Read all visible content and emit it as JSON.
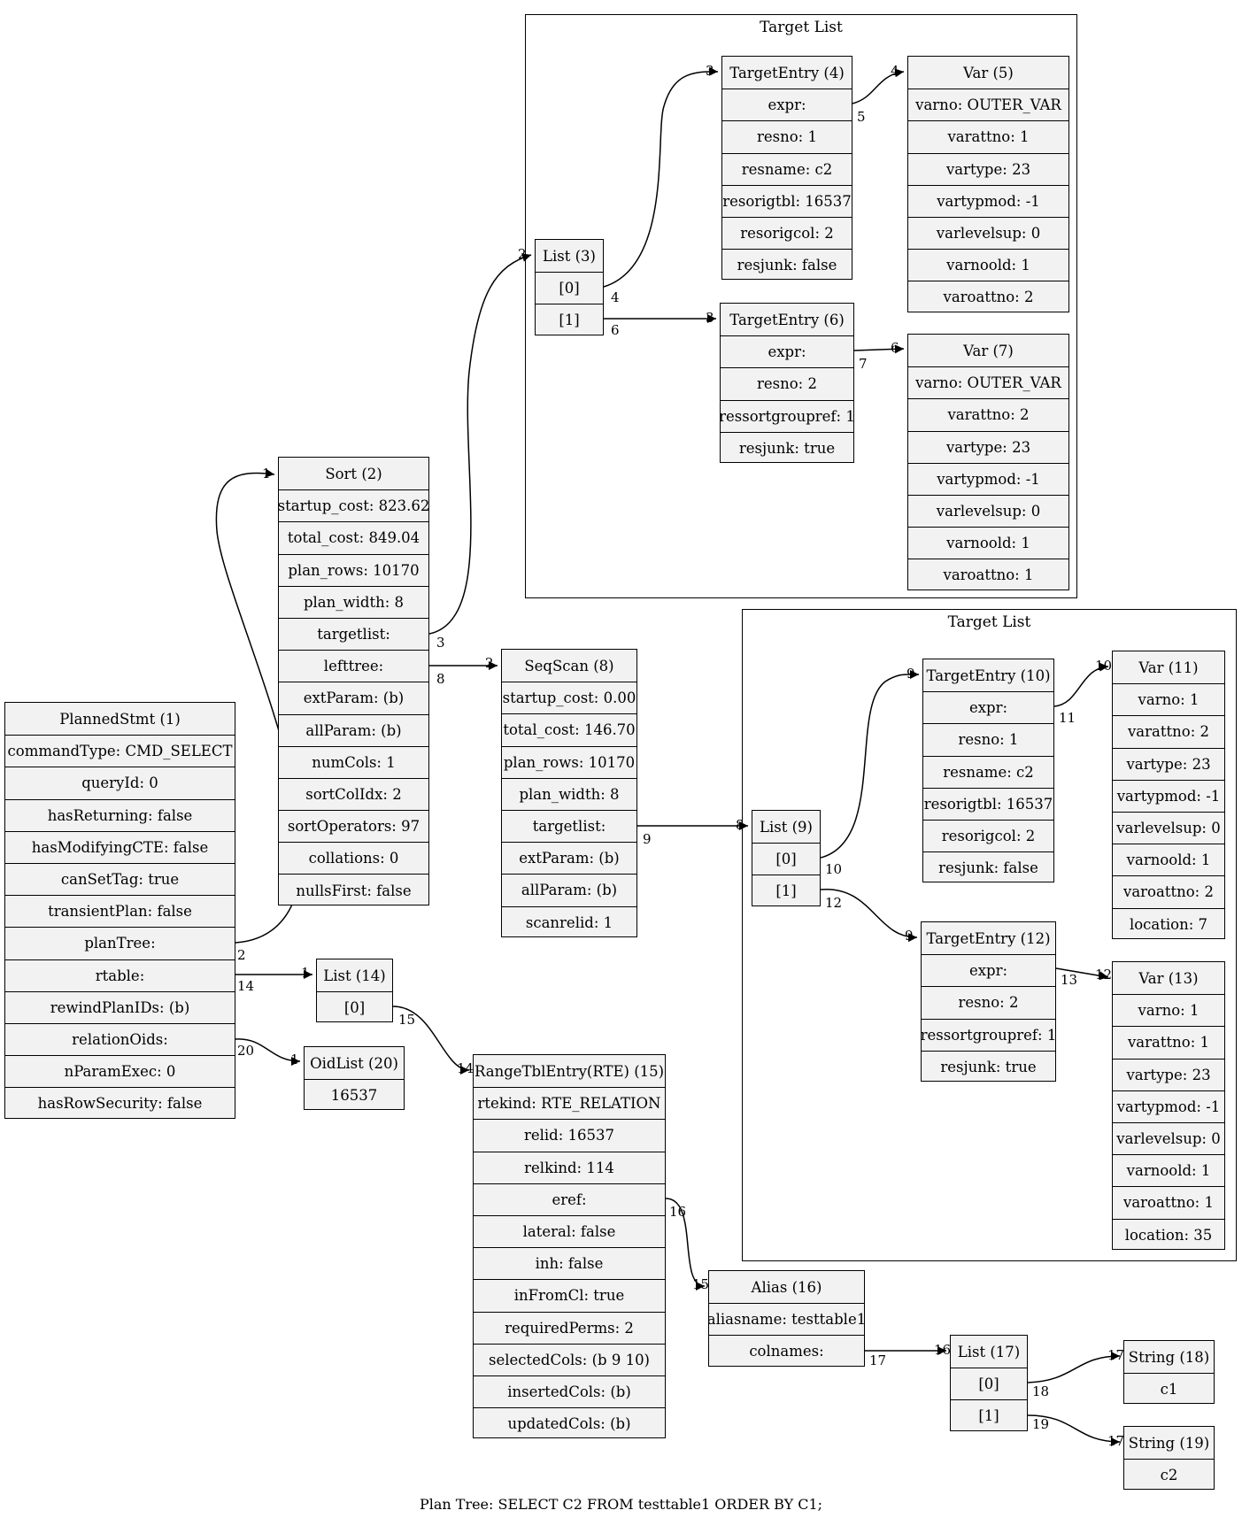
{
  "caption": "Plan Tree: SELECT C2 FROM testtable1 ORDER BY C1;",
  "clusters": [
    {
      "id": "tl1",
      "title": "Target List"
    },
    {
      "id": "tl2",
      "title": "Target List"
    }
  ],
  "nodes": [
    {
      "id": "n1",
      "title": "PlannedStmt (1)",
      "fields": [
        "commandType: CMD_SELECT",
        "queryId: 0",
        "hasReturning: false",
        "hasModifyingCTE: false",
        "canSetTag: true",
        "transientPlan: false",
        "planTree:",
        "rtable:",
        "rewindPlanIDs: (b)",
        "relationOids:",
        "nParamExec: 0",
        "hasRowSecurity: false"
      ]
    },
    {
      "id": "n2",
      "title": "Sort (2)",
      "fields": [
        "startup_cost: 823.62",
        "total_cost: 849.04",
        "plan_rows: 10170",
        "plan_width: 8",
        "targetlist:",
        "lefttree:",
        "extParam: (b)",
        "allParam: (b)",
        "numCols: 1",
        "sortColIdx: 2",
        "sortOperators: 97",
        "collations: 0",
        "nullsFirst: false"
      ]
    },
    {
      "id": "n3",
      "title": "List (3)",
      "fields": [
        "[0]",
        "[1]"
      ]
    },
    {
      "id": "n4",
      "title": "TargetEntry (4)",
      "fields": [
        "expr:",
        "resno: 1",
        "resname: c2",
        "resorigtbl: 16537",
        "resorigcol: 2",
        "resjunk: false"
      ]
    },
    {
      "id": "n5",
      "title": "Var (5)",
      "fields": [
        "varno: OUTER_VAR",
        "varattno: 1",
        "vartype: 23",
        "vartypmod: -1",
        "varlevelsup: 0",
        "varnoold: 1",
        "varoattno: 2"
      ]
    },
    {
      "id": "n6",
      "title": "TargetEntry (6)",
      "fields": [
        "expr:",
        "resno: 2",
        "ressortgroupref: 1",
        "resjunk: true"
      ]
    },
    {
      "id": "n7",
      "title": "Var (7)",
      "fields": [
        "varno: OUTER_VAR",
        "varattno: 2",
        "vartype: 23",
        "vartypmod: -1",
        "varlevelsup: 0",
        "varnoold: 1",
        "varoattno: 1"
      ]
    },
    {
      "id": "n8",
      "title": "SeqScan (8)",
      "fields": [
        "startup_cost: 0.00",
        "total_cost: 146.70",
        "plan_rows: 10170",
        "plan_width: 8",
        "targetlist:",
        "extParam: (b)",
        "allParam: (b)",
        "scanrelid: 1"
      ]
    },
    {
      "id": "n9",
      "title": "List (9)",
      "fields": [
        "[0]",
        "[1]"
      ]
    },
    {
      "id": "n10",
      "title": "TargetEntry (10)",
      "fields": [
        "expr:",
        "resno: 1",
        "resname: c2",
        "resorigtbl: 16537",
        "resorigcol: 2",
        "resjunk: false"
      ]
    },
    {
      "id": "n11",
      "title": "Var (11)",
      "fields": [
        "varno: 1",
        "varattno: 2",
        "vartype: 23",
        "vartypmod: -1",
        "varlevelsup: 0",
        "varnoold: 1",
        "varoattno: 2",
        "location: 7"
      ]
    },
    {
      "id": "n12",
      "title": "TargetEntry (12)",
      "fields": [
        "expr:",
        "resno: 2",
        "ressortgroupref: 1",
        "resjunk: true"
      ]
    },
    {
      "id": "n13",
      "title": "Var (13)",
      "fields": [
        "varno: 1",
        "varattno: 1",
        "vartype: 23",
        "vartypmod: -1",
        "varlevelsup: 0",
        "varnoold: 1",
        "varoattno: 1",
        "location: 35"
      ]
    },
    {
      "id": "n14",
      "title": "List (14)",
      "fields": [
        "[0]"
      ]
    },
    {
      "id": "n15",
      "title": "RangeTblEntry(RTE) (15)",
      "fields": [
        "rtekind: RTE_RELATION",
        "relid: 16537",
        "relkind: 114",
        "eref:",
        "lateral: false",
        "inh: false",
        "inFromCl: true",
        "requiredPerms: 2",
        "selectedCols: (b 9 10)",
        "insertedCols: (b)",
        "updatedCols: (b)"
      ]
    },
    {
      "id": "n16",
      "title": "Alias (16)",
      "fields": [
        "aliasname: testtable1",
        "colnames:"
      ]
    },
    {
      "id": "n17",
      "title": "List (17)",
      "fields": [
        "[0]",
        "[1]"
      ]
    },
    {
      "id": "n18",
      "title": "String (18)",
      "fields": [
        "c1"
      ]
    },
    {
      "id": "n19",
      "title": "String (19)",
      "fields": [
        "c2"
      ]
    },
    {
      "id": "n20",
      "title": "OidList (20)",
      "fields": [
        "16537"
      ]
    }
  ],
  "edges": [
    {
      "tail_label": "2",
      "head_label": "1"
    },
    {
      "tail_label": "14",
      "head_label": "1"
    },
    {
      "tail_label": "20",
      "head_label": "1"
    },
    {
      "tail_label": "3",
      "head_label": "2"
    },
    {
      "tail_label": "8",
      "head_label": "2"
    },
    {
      "tail_label": "4",
      "head_label": "3"
    },
    {
      "tail_label": "6",
      "head_label": "3"
    },
    {
      "tail_label": "5",
      "head_label": "4"
    },
    {
      "tail_label": "7",
      "head_label": "6"
    },
    {
      "tail_label": "9",
      "head_label": "8"
    },
    {
      "tail_label": "10",
      "head_label": "9"
    },
    {
      "tail_label": "12",
      "head_label": "9"
    },
    {
      "tail_label": "11",
      "head_label": "10"
    },
    {
      "tail_label": "13",
      "head_label": "12"
    },
    {
      "tail_label": "15",
      "head_label": "14"
    },
    {
      "tail_label": "16",
      "head_label": "15"
    },
    {
      "tail_label": "17",
      "head_label": "16"
    },
    {
      "tail_label": "18",
      "head_label": "17"
    },
    {
      "tail_label": "19",
      "head_label": "17"
    }
  ]
}
